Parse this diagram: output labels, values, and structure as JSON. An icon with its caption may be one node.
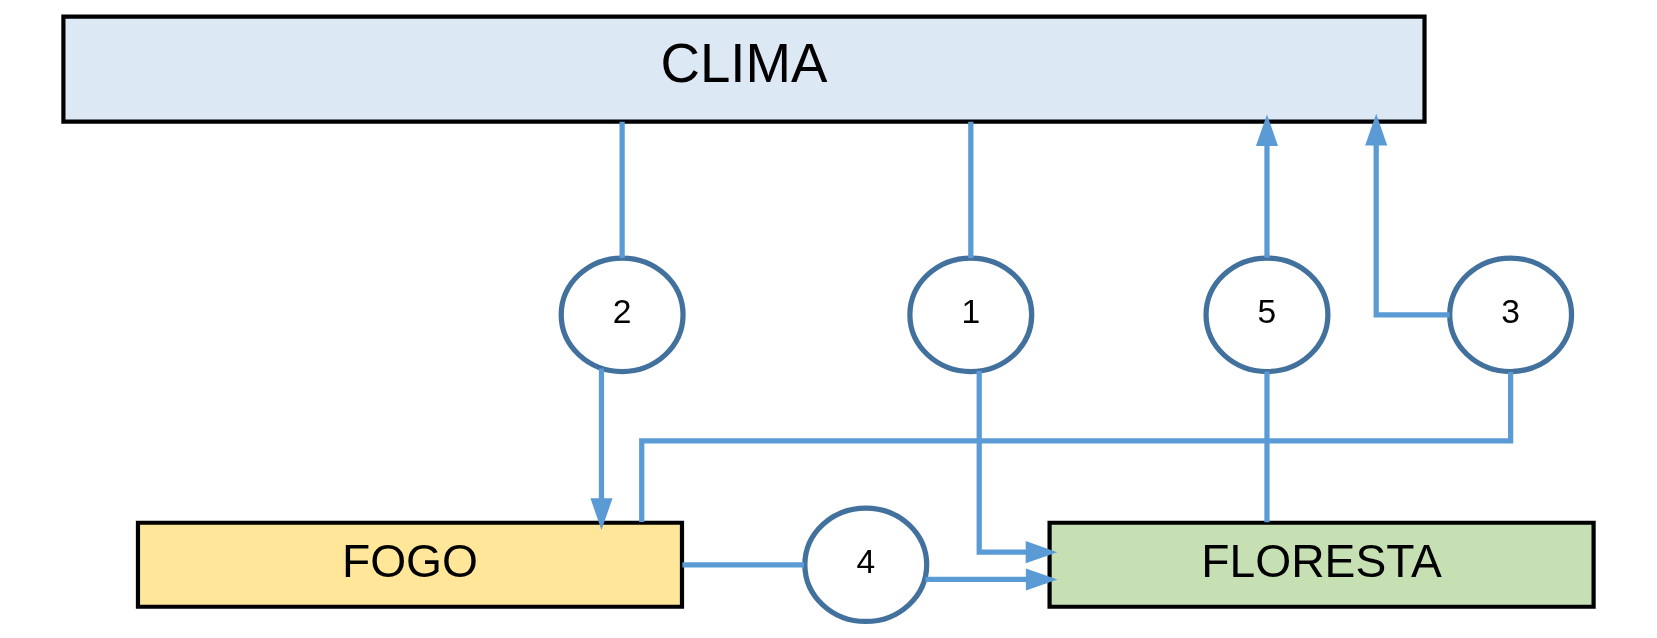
{
  "diagram": {
    "nodes": [
      {
        "text": [
          "CLIMA"
        ]
      },
      {
        "text": [
          "5"
        ]
      },
      {
        "text": [
          "1"
        ]
      },
      {
        "text": [
          "2"
        ]
      },
      {
        "text": [
          "3"
        ]
      },
      {
        "text": [
          "FLORESTA"
        ]
      },
      {
        "text": [
          "4"
        ]
      },
      {
        "text": [
          "FOGO"
        ]
      }
    ],
    "edges": [
      {
        "from": 0,
        "to": 2,
        "arrow": "none"
      },
      {
        "from": 2,
        "to": 5,
        "arrow": "to"
      },
      {
        "from": 0,
        "to": 3,
        "arrow": "none"
      },
      {
        "from": 3,
        "to": 7,
        "arrow": "to"
      },
      {
        "from": 7,
        "to": 4,
        "arrow": "none"
      },
      {
        "from": 4,
        "to": 0,
        "arrow": "to"
      },
      {
        "from": 7,
        "to": 6,
        "arrow": "none"
      },
      {
        "from": 6,
        "to": 5,
        "arrow": "to"
      },
      {
        "from": 5,
        "to": 1,
        "arrow": "none"
      },
      {
        "from": 1,
        "to": 0,
        "arrow": "to"
      }
    ]
  }
}
